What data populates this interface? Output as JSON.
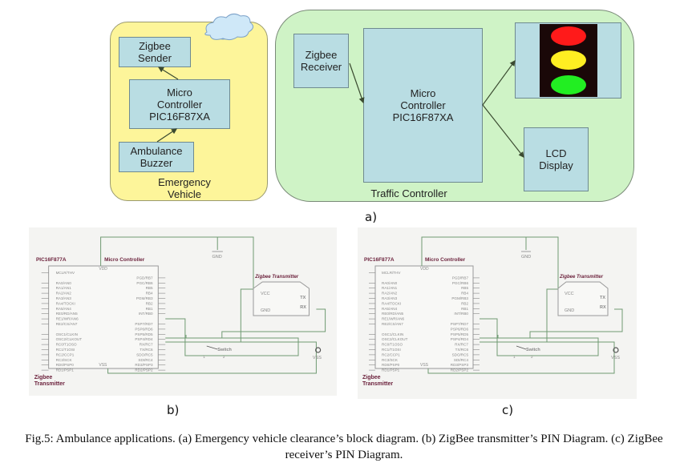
{
  "panel_a": {
    "emergency_vehicle": {
      "label": "Emergency\nVehicle",
      "color": "#fdf59a",
      "blocks": {
        "zigbee_sender": "Zigbee\nSender",
        "micro_controller": "Micro\nController\nPIC16F87XA",
        "ambulance_buzzer": "Ambulance\nBuzzer"
      }
    },
    "traffic_controller": {
      "label": "Traffic Controller",
      "color": "#cff3c6",
      "blocks": {
        "zigbee_receiver": "Zigbee\nReceiver",
        "micro_controller": "Micro\nController\nPIC16F87XA",
        "lcd_display": "LCD\nDisplay"
      },
      "traffic_light": {
        "lights": [
          "red",
          "yellow",
          "green"
        ],
        "colors": [
          "#ff1a1a",
          "#ffee22",
          "#22ee22"
        ],
        "housing_color": "#1a0808"
      }
    },
    "block_color": "#b9dde3",
    "sublabel": "a)"
  },
  "schematic": {
    "chip_name": "PIC16F877A",
    "chip_title": "Micro Controller",
    "vdd": "VDD",
    "vss": "VSS",
    "left_pins": [
      "MCLR/THV",
      "",
      "RA0/AN0",
      "RA1/AN1",
      "RA2/AN2",
      "RA3/AN3",
      "RA4/TOCKI",
      "RA5/AN4",
      "RE0/RD/AN5",
      "RE1/WR/AN6",
      "RE2/CS/AN7",
      "",
      "OSC1/CLKIN",
      "OSC2/CLKOUT",
      "RC0/T1OSO",
      "RC1/T1OSI",
      "RC2/CCP1",
      "RC3/SCK",
      "RD0/PSP0",
      "RD1/PSP1"
    ],
    "right_pins": [
      "",
      "PGD/RB7",
      "PGC/RB6",
      "RB5",
      "RB4",
      "PGM/RB3",
      "RB2",
      "RB1",
      "INT/RB0",
      "",
      "PSP7/RD7",
      "PSP6/RD6",
      "PSP5/RD5",
      "PSP4/RD4",
      "RX/RC7",
      "TX/RC6",
      "SDO/RC5",
      "SDI/RC4",
      "RD3/PSP3",
      "RD2/PSP2"
    ],
    "module_title": "Zigbee Transmitter",
    "module_pins": {
      "vcc": "VCC",
      "gnd": "GND",
      "tx": "TX",
      "rx": "RX"
    },
    "gnd_label": "GND",
    "vss_label": "VSS",
    "switch_label": "Switch",
    "switch_pin1": "1",
    "switch_pin2": "2",
    "footer_label": "Zigbee\nTransmitter",
    "wire_color": "#6f9a72",
    "title_color": "#6a1f3a"
  },
  "panel_b": {
    "sublabel": "b)"
  },
  "panel_c": {
    "sublabel": "c)"
  },
  "figure_caption": "Fig.5: Ambulance applications. (a) Emergency vehicle clearance’s block diagram. (b) ZigBee transmitter’s PIN Diagram. (c) ZigBee receiver’s PIN Diagram."
}
